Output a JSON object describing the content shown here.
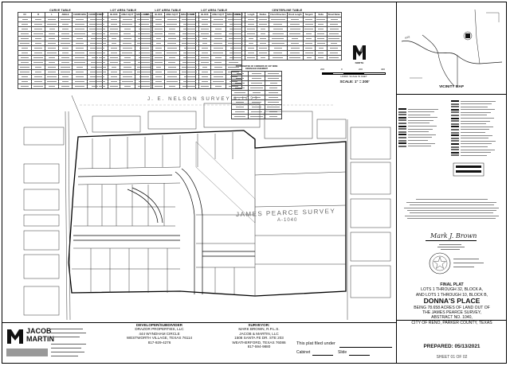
{
  "tables": {
    "curve": {
      "title": "CURVE TABLE",
      "headers": [
        "C#",
        "R",
        "L",
        "ANGLE",
        "CHORD BRG",
        "CHORD DIST"
      ],
      "rows": 15
    },
    "lot_area_1": {
      "title": "LOT AREA TABLE",
      "headers": [
        "LOT",
        "BLOCK",
        "AREA SQ FT",
        "AREA ACRES"
      ],
      "rows": 15
    },
    "lot_area_2": {
      "title": "LOT AREA TABLE",
      "headers": [
        "LOT",
        "BLOCK",
        "AREA SQ FT",
        "AREA ACRES"
      ],
      "rows": 15
    },
    "lot_area_3": {
      "title": "LOT AREA TABLE",
      "headers": [
        "LOT",
        "BLOCK",
        "AREA SQ FT",
        "AREA ACRES"
      ],
      "rows": 15
    },
    "centerline": {
      "title": "CENTERLINE TABLE",
      "headers": [
        "Curve #",
        "Length",
        "Radius",
        "Chord Direction",
        "Chord Length",
        "Tangent",
        "Delta",
        "Street Name"
      ],
      "rows": 9
    },
    "easement": {
      "title": "COORDINATES OF CORNERS OF 100' WIDE DRAINAGE EASEMENT",
      "rows": 10
    }
  },
  "north_arrow": {
    "label": "NORTH"
  },
  "scale": {
    "ticks": [
      "200",
      "0",
      "200",
      "400"
    ],
    "title": "HORIZ. SCALE IN FEET",
    "text": "SCALE:  1\" = 200'"
  },
  "vicinity": {
    "title": "VICINITY MAP",
    "road": "1022"
  },
  "plat": {
    "survey_nelson": "J. E. NELSON SURVEY A-1022",
    "survey_pearce": "JAMES PEARCE SURVEY",
    "survey_pearce_abs": "A-1040"
  },
  "seal": {
    "signature": "Mark J. Brown"
  },
  "title_block": {
    "l1": "FINAL PLAT",
    "l2": "LOTS 1 THROUGH 32, BLOCK A,",
    "l3": "AND LOTS 1 THROUGH 10, BLOCK B,",
    "l4": "DONNA'S PLACE",
    "l5": "BEING 78.658 ACRES OF LAND OUT OF",
    "l6": "THE JAMES PEARCE SURVEY,",
    "l7": "ABSTRACT NO. 1040,",
    "l8": "CITY OF RENO, PARKER COUNTY, TEXAS",
    "prepared": "PREPARED: 05/13/2021",
    "sheet": "SHEET  01  OF  02"
  },
  "developer": {
    "heading": "DEVELOPER/SUBDIVIDER",
    "name": "DRAZOR PROPERTIES, LLC",
    "street": "444 WYNDHAM CIRCLE",
    "city": "WESTWORTH VILLAGE, TEXAS 76114",
    "phone": "817-929-4276"
  },
  "surveyor": {
    "heading": "SURVEYOR:",
    "name": "MARK BROWN, R.P.L.S.",
    "company": "JACOB & MARTIN, LLC",
    "street": "1508 SANTA FE DR. STE 203",
    "city": "WEATHERFORD, TEXAS 76086",
    "phone": "817-594-9880"
  },
  "filed": {
    "line": "This plat filed under",
    "cabinet": "Cabinet",
    "slide": "Slide"
  },
  "logo": {
    "l1": "JACOB",
    "l2": "MARTIN"
  }
}
